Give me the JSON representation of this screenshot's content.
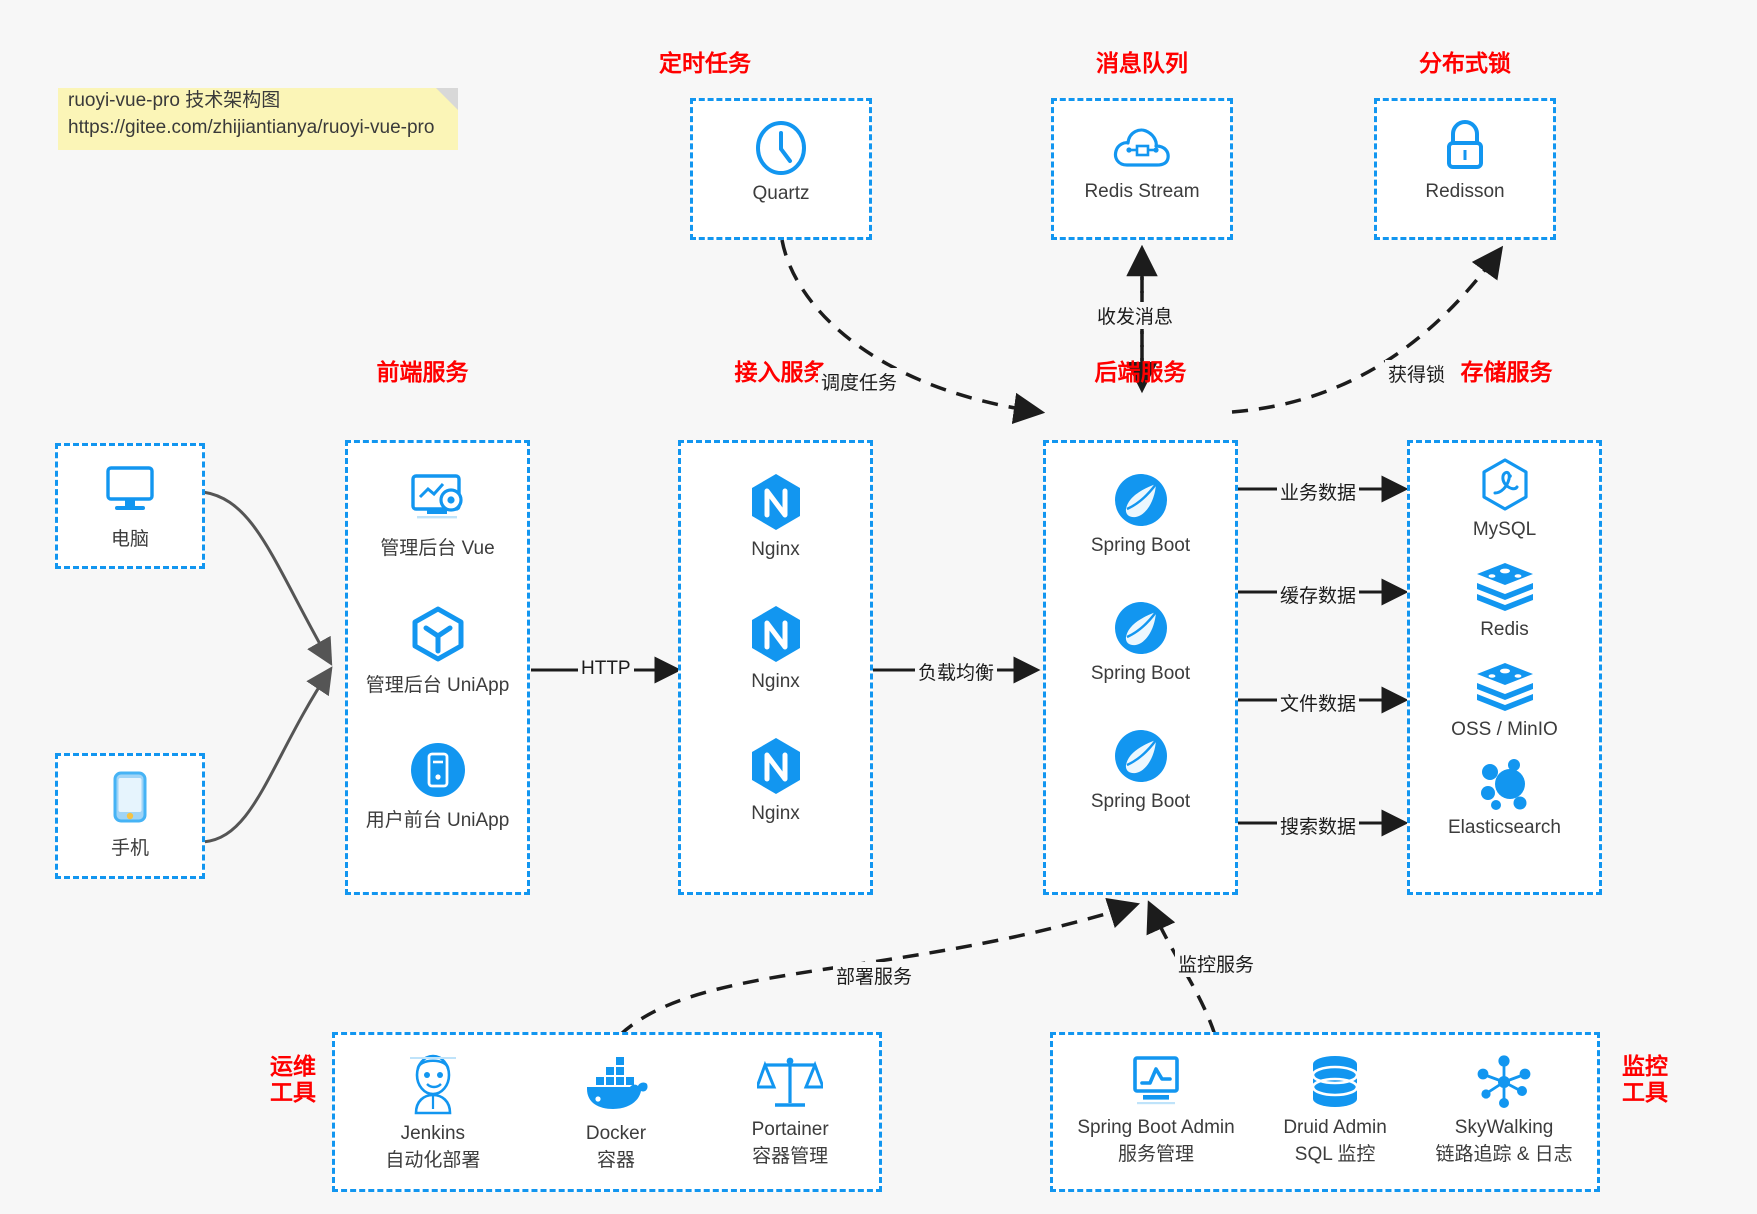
{
  "note": {
    "line1": "ruoyi-vue-pro 技术架构图",
    "line2": "https://gitee.com/zhijiantianya/ruoyi-vue-pro"
  },
  "colors": {
    "accent": "#1296f0",
    "title": "#ff0000",
    "text": "#3c3c3c",
    "background": "#f7f7f7",
    "note_bg": "#fbf5b7",
    "edge": "#1c1c1c",
    "client_edge": "#555555"
  },
  "groups": {
    "scheduled_task": {
      "title": "定时任务",
      "nodes": [
        {
          "label": "Quartz",
          "icon": "clock-icon"
        }
      ]
    },
    "message_queue": {
      "title": "消息队列",
      "nodes": [
        {
          "label": "Redis Stream",
          "icon": "cloud-stream-icon"
        }
      ]
    },
    "distributed_lock": {
      "title": "分布式锁",
      "nodes": [
        {
          "label": "Redisson",
          "icon": "lock-icon"
        }
      ]
    },
    "client_pc": {
      "nodes": [
        {
          "label": "电脑",
          "icon": "desktop-monitor-icon"
        }
      ]
    },
    "client_phone": {
      "nodes": [
        {
          "label": "手机",
          "icon": "smartphone-icon"
        }
      ]
    },
    "frontend": {
      "title": "前端服务",
      "nodes": [
        {
          "label": "管理后台 Vue",
          "icon": "dashboard-settings-icon"
        },
        {
          "label": "管理后台 UniApp",
          "icon": "cube-icon"
        },
        {
          "label": "用户前台 UniApp",
          "icon": "mobile-app-icon"
        }
      ]
    },
    "access": {
      "title": "接入服务",
      "nodes": [
        {
          "label": "Nginx",
          "icon": "nginx-icon"
        },
        {
          "label": "Nginx",
          "icon": "nginx-icon"
        },
        {
          "label": "Nginx",
          "icon": "nginx-icon"
        }
      ]
    },
    "backend": {
      "title": "后端服务",
      "nodes": [
        {
          "label": "Spring Boot",
          "icon": "spring-boot-icon"
        },
        {
          "label": "Spring Boot",
          "icon": "spring-boot-icon"
        },
        {
          "label": "Spring Boot",
          "icon": "spring-boot-icon"
        }
      ]
    },
    "storage": {
      "title": "存储服务",
      "nodes": [
        {
          "label": "MySQL",
          "icon": "mysql-icon"
        },
        {
          "label": "Redis",
          "icon": "redis-icon"
        },
        {
          "label": "OSS / MinIO",
          "icon": "oss-minio-icon"
        },
        {
          "label": "Elasticsearch",
          "icon": "elasticsearch-icon"
        }
      ]
    },
    "devops": {
      "title_line1": "运维",
      "title_line2": "工具",
      "nodes": [
        {
          "label": "Jenkins",
          "sublabel": "自动化部署",
          "icon": "jenkins-icon"
        },
        {
          "label": "Docker",
          "sublabel": "容器",
          "icon": "docker-icon"
        },
        {
          "label": "Portainer",
          "sublabel": "容器管理",
          "icon": "scales-icon"
        }
      ]
    },
    "monitoring": {
      "title_line1": "监控",
      "title_line2": "工具",
      "nodes": [
        {
          "label": "Spring Boot Admin",
          "sublabel": "服务管理",
          "icon": "monitor-chart-icon"
        },
        {
          "label": "Druid Admin",
          "sublabel": "SQL 监控",
          "icon": "database-icon"
        },
        {
          "label": "SkyWalking",
          "sublabel": "链路追踪 & 日志",
          "icon": "skywalking-icon"
        }
      ]
    }
  },
  "edges": {
    "http": "HTTP",
    "load_balance": "负载均衡",
    "schedule_task": "调度任务",
    "send_receive_message": "收发消息",
    "acquire_lock": "获得锁",
    "business_data": "业务数据",
    "cache_data": "缓存数据",
    "file_data": "文件数据",
    "search_data": "搜索数据",
    "deploy_service": "部署服务",
    "monitor_service": "监控服务"
  }
}
